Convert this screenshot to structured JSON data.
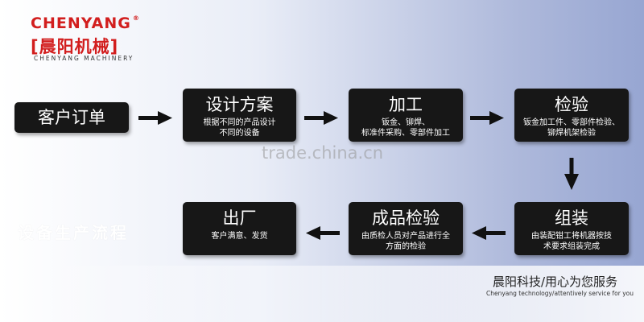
{
  "logo": {
    "brand_en": "CHENYANG",
    "reg_mark": "®",
    "brand_cn": "[晨阳机械]",
    "subtitle": "CHENYANG MACHINERY"
  },
  "flow_title": "设备生产流程",
  "watermark": "trade.china.cn",
  "steps": {
    "order": {
      "title": "客户订单"
    },
    "design": {
      "title": "设计方案",
      "desc": [
        "根据不同的产品设计",
        "不同的设备"
      ]
    },
    "processing": {
      "title": "加工",
      "desc": [
        "钣金、铆焊、",
        "标准件采购、零部件加工"
      ]
    },
    "inspection": {
      "title": "检验",
      "desc": [
        "钣金加工件、零部件检验、",
        "铆焊机架检验"
      ]
    },
    "assembly": {
      "title": "组装",
      "desc": [
        "由装配钳工将机器按技",
        "术要求组装完成"
      ]
    },
    "final_inspection": {
      "title": "成品检验",
      "desc": [
        "由质检人员对产品进行全",
        "方面的检验"
      ]
    },
    "shipment": {
      "title": "出厂",
      "desc": [
        "客户满意、发货"
      ]
    }
  },
  "slogan": {
    "cn": "晨阳科技/用心为您服务",
    "en": "Chenyang technology/attentively service for you"
  },
  "colors": {
    "box": "#171717",
    "brand_red": "#d21e1e",
    "arrow": "#111111"
  }
}
